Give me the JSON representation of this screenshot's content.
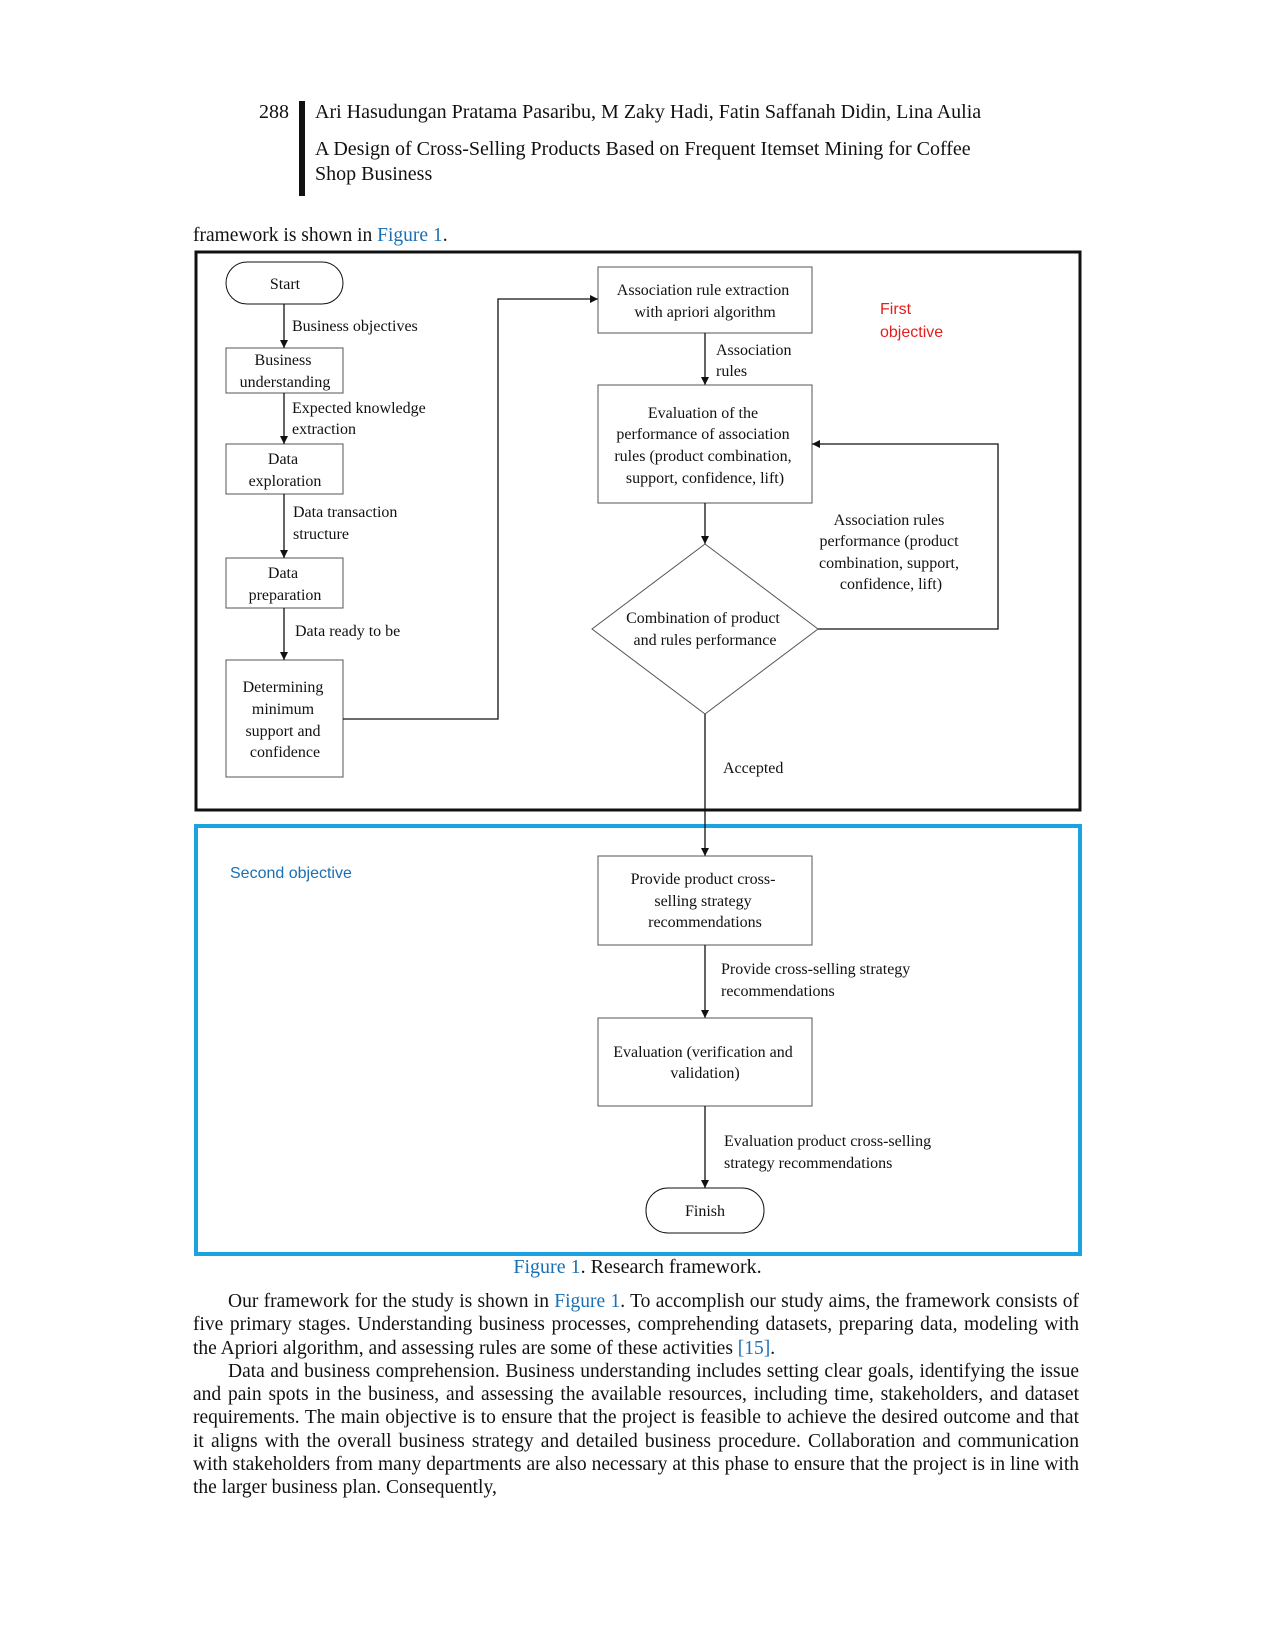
{
  "header": {
    "page_number": "288",
    "authors": "Ari Hasudungan Pratama Pasaribu, M Zaky Hadi, Fatin Saffanah Didin, Lina Aulia",
    "title_line1": "A Design of Cross-Selling Products Based on Frequent Itemset Mining for Coffee",
    "title_line2": "Shop Business"
  },
  "lead_in": {
    "text": "framework is shown in ",
    "link": "Figure 1",
    "end": "."
  },
  "diagram": {
    "first_objective": [
      "First",
      "objective"
    ],
    "second_objective": "Second objective",
    "nodes": {
      "start": "Start",
      "business_understanding": [
        "Business",
        "understanding"
      ],
      "data_exploration": [
        "Data",
        "exploration"
      ],
      "data_preparation": [
        "Data",
        "preparation"
      ],
      "determining": [
        "Determining",
        "minimum",
        "support and",
        "confidence"
      ],
      "association_extraction": [
        "Association rule extraction",
        "with apriori algorithm"
      ],
      "evaluation_performance": [
        "Evaluation of the",
        "performance of association",
        "rules (product combination,",
        "support, confidence, lift)"
      ],
      "decision": [
        "Combination of product",
        "and rules performance"
      ],
      "provide_recommendations": [
        "Provide product cross-",
        "selling strategy",
        "recommendations"
      ],
      "evaluation_verification": [
        "Evaluation (verification and",
        "validation)"
      ],
      "finish": "Finish"
    },
    "edges": {
      "business_objectives": "Business objectives",
      "expected_knowledge": [
        "Expected knowledge",
        "extraction"
      ],
      "data_transaction": [
        "Data transaction",
        "structure"
      ],
      "data_ready": "Data ready to be",
      "association_rules": [
        "Association",
        "rules"
      ],
      "performance_feedback": [
        "Association rules",
        "performance (product",
        "combination, support,",
        "confidence, lift)"
      ],
      "accepted": "Accepted",
      "provide_cross_selling": [
        "Provide cross-selling strategy",
        "recommendations"
      ],
      "evaluation_product": [
        "Evaluation product cross-selling",
        "strategy recommendations"
      ]
    }
  },
  "caption": {
    "link": "Figure 1",
    "text": ". Research framework."
  },
  "body": {
    "p1_a": "Our framework for the study is shown in ",
    "p1_link": "Figure 1",
    "p1_b": ". To accomplish our study aims, the framework consists of five primary stages. Understanding business processes, comprehending datasets, preparing data, modeling with the Apriori algorithm, and assessing rules are some of these activities ",
    "p1_ref": "[15]",
    "p1_c": ".",
    "p2": "Data and business comprehension. Business understanding includes setting clear goals, identifying the issue and pain spots in the business, and assessing the available resources, including time, stakeholders, and dataset requirements. The main objective is to ensure that the project is feasible to achieve the desired outcome and that it aligns with the overall business strategy and detailed business procedure. Collaboration and communication with stakeholders from many departments are also necessary at this phase to ensure that the project is in line with the larger business plan. Consequently,"
  },
  "colors": {
    "first_frame": "#111111",
    "second_frame": "#1aa3e0",
    "first_objective": "#e41e1e",
    "second_objective": "#1a6fb5",
    "link": "#1a6fb5"
  }
}
